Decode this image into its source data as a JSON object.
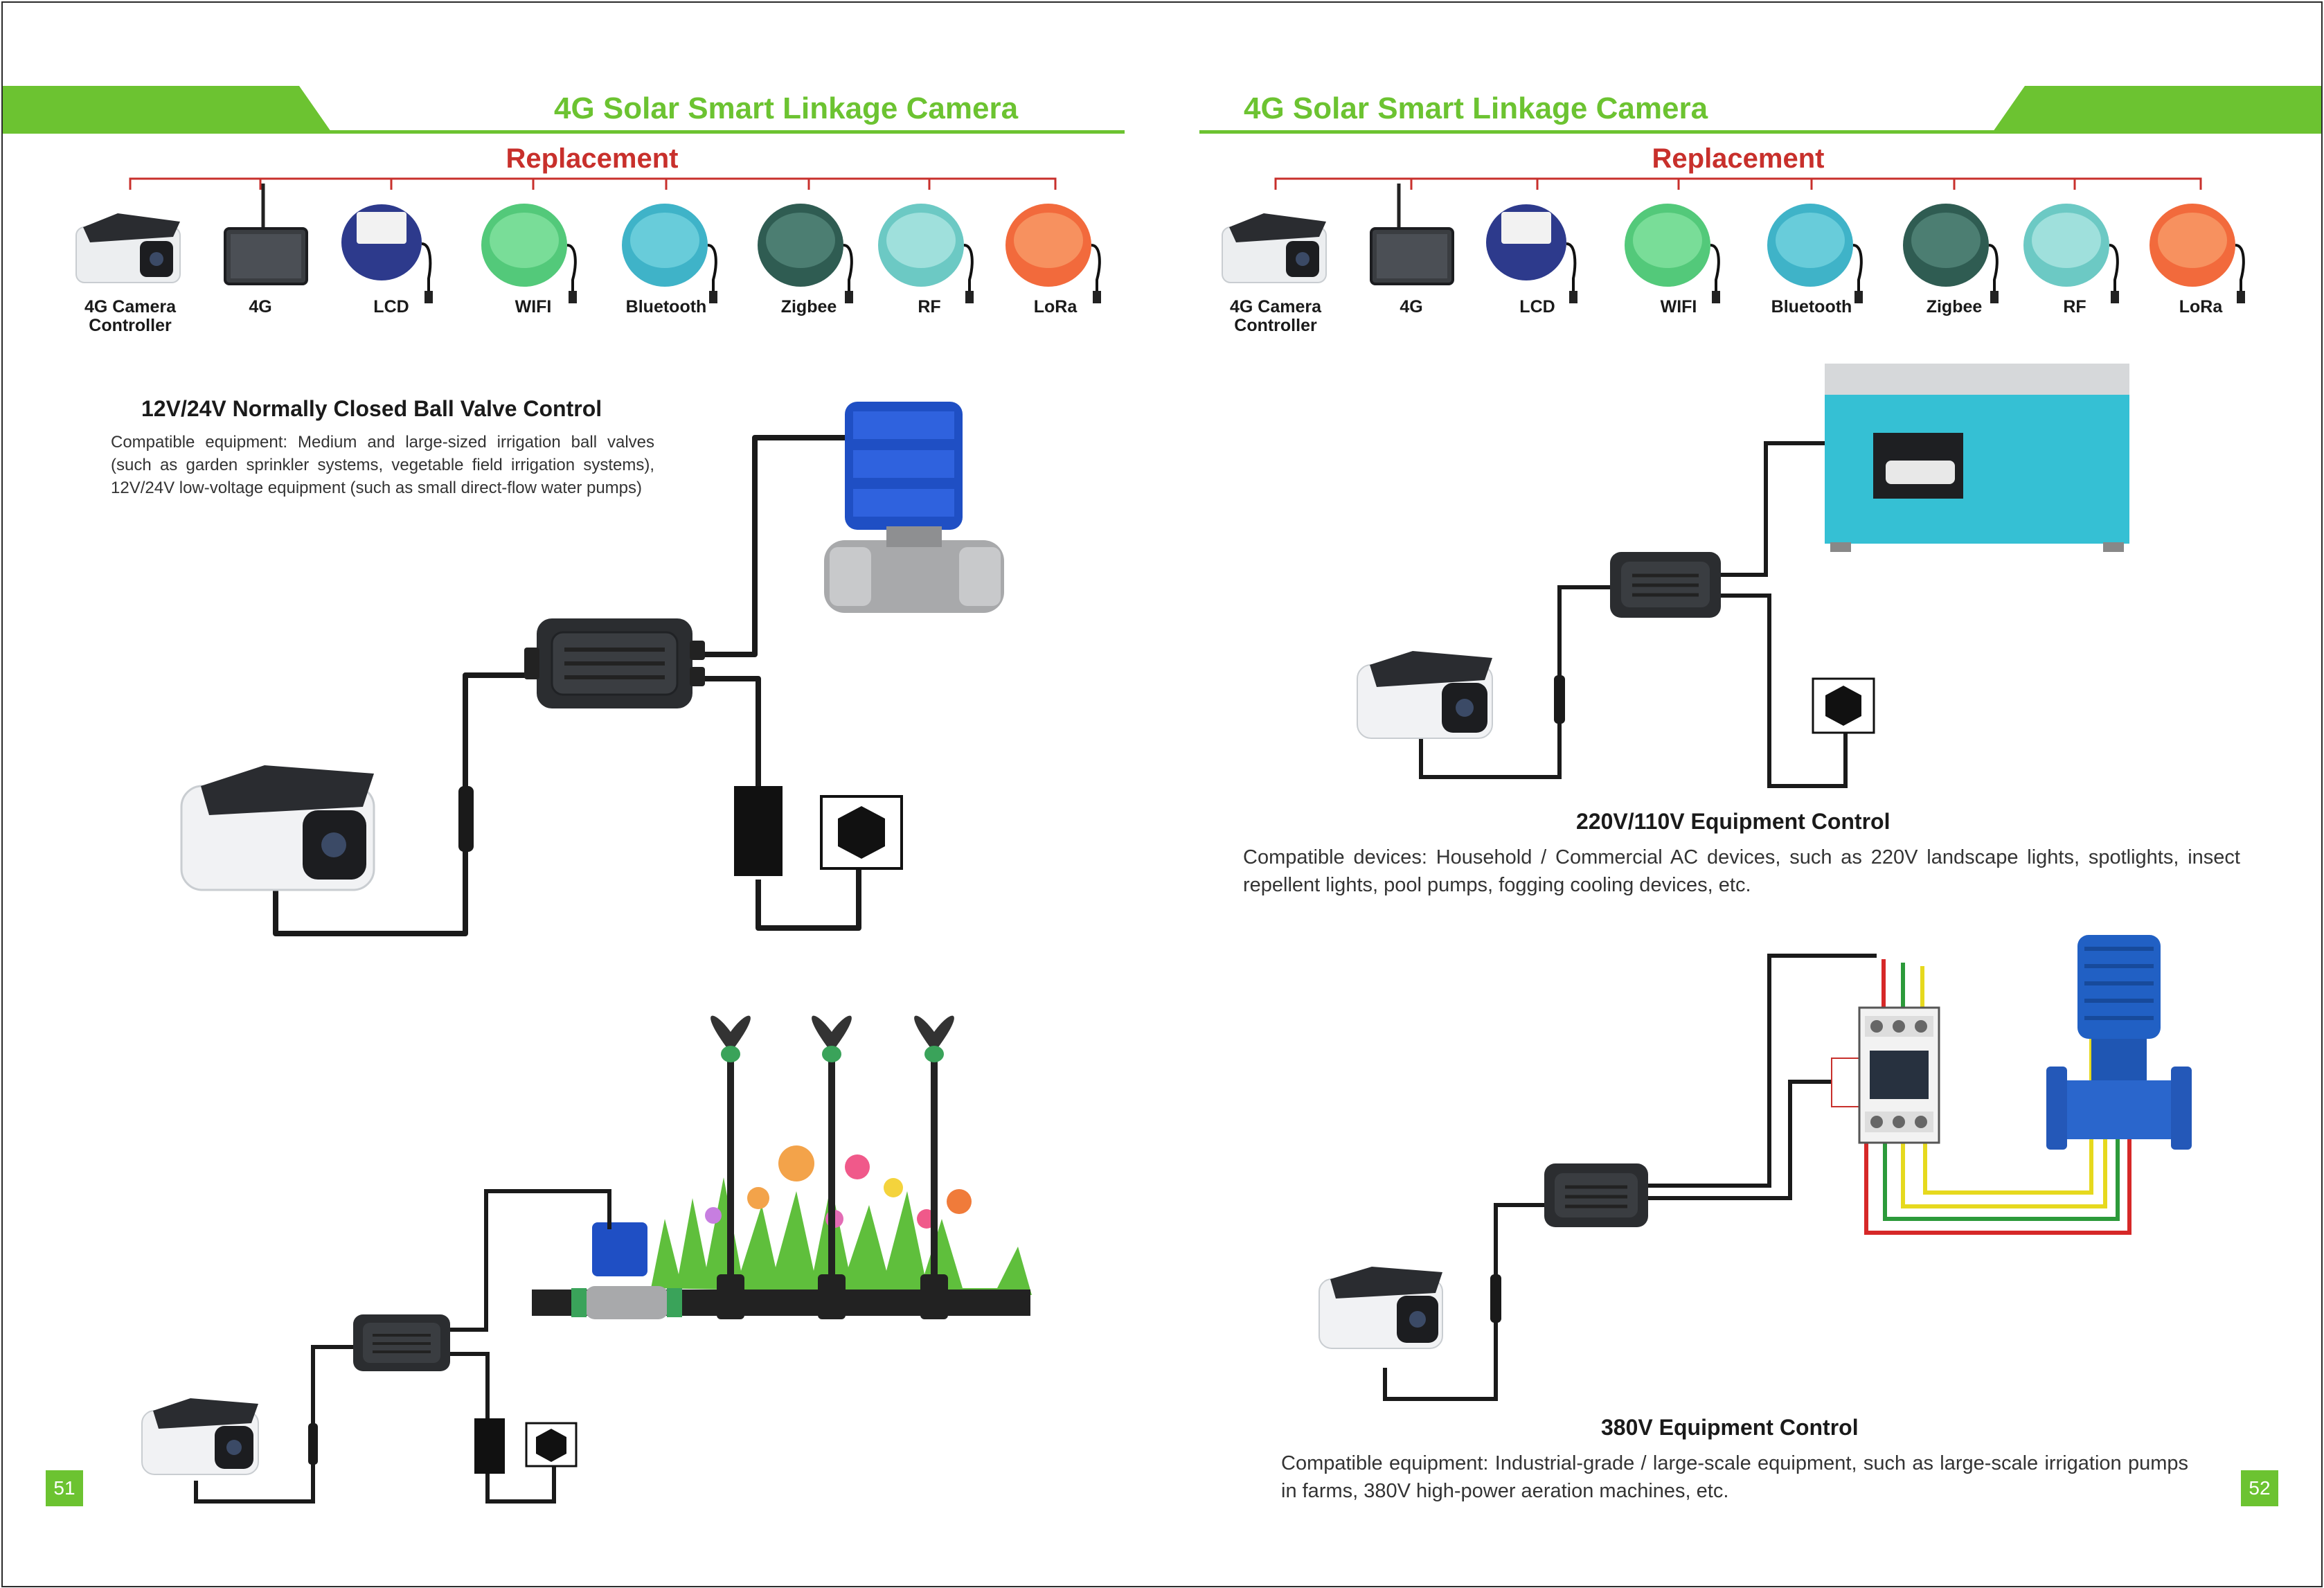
{
  "left_page": {
    "banner_title": "4G Solar Smart Linkage Camera",
    "replacement_label": "Replacement",
    "devices": [
      "4G Camera\nController",
      "4G",
      "LCD",
      "WIFI",
      "Bluetooth",
      "Zigbee",
      "RF",
      "LoRa"
    ],
    "section1": {
      "title": "12V/24V Normally Closed Ball Valve Control",
      "description": "Compatible equipment: Medium and large-sized irrigation ball valves (such as garden sprinkler systems, vegetable field irrigation systems), 12V/24V low-voltage equipment (such as small direct-flow water pumps)"
    },
    "page_number": "51"
  },
  "right_page": {
    "banner_title": "4G Solar Smart Linkage Camera",
    "replacement_label": "Replacement",
    "devices": [
      "4G Camera\nController",
      "4G",
      "LCD",
      "WIFI",
      "Bluetooth",
      "Zigbee",
      "RF",
      "LoRa"
    ],
    "section1": {
      "title": "220V/110V Equipment Control",
      "description": "Compatible devices: Household / Commercial AC devices, such as 220V landscape lights, spotlights, insect repellent lights, pool pumps, fogging cooling devices, etc."
    },
    "section2": {
      "title": "380V Equipment Control",
      "description": "Compatible equipment: Industrial-grade / large-scale equipment, such as large-scale irrigation pumps in farms, 380V high-power aeration machines, etc."
    },
    "page_number": "52"
  },
  "colors": {
    "accent_green": "#6cc331",
    "replacement_red": "#c8302c",
    "valve_blue": "#1f4fc4",
    "box_cyan": "#35c0d4"
  },
  "icons": [
    "camera-controller-icon",
    "tablet-4g-icon",
    "lcd-controller-icon",
    "wifi-controller-icon",
    "bluetooth-controller-icon",
    "zigbee-controller-icon",
    "rf-controller-icon",
    "lora-controller-icon",
    "relay-box-icon",
    "ball-valve-icon",
    "power-adapter-icon",
    "power-socket-icon",
    "sprinkler-icon",
    "water-pump-icon",
    "contactor-icon",
    "electric-box-icon"
  ]
}
